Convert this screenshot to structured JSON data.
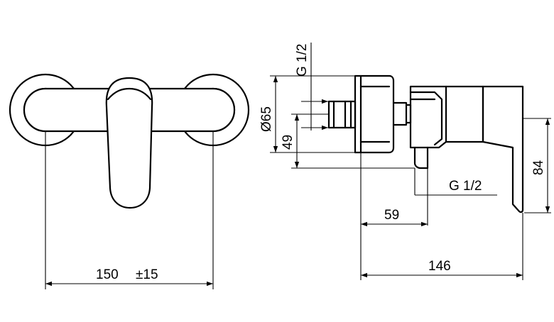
{
  "drawing": {
    "front_width_label": "150",
    "front_width_tol": "±15",
    "side_depth_label": "146",
    "side_outlet_offset_label": "59",
    "side_height_label": "84",
    "side_diameter_label": "Ø65",
    "side_center_height_label": "49",
    "thread_top_label": "G 1/2",
    "thread_bottom_label": "G 1/2"
  }
}
